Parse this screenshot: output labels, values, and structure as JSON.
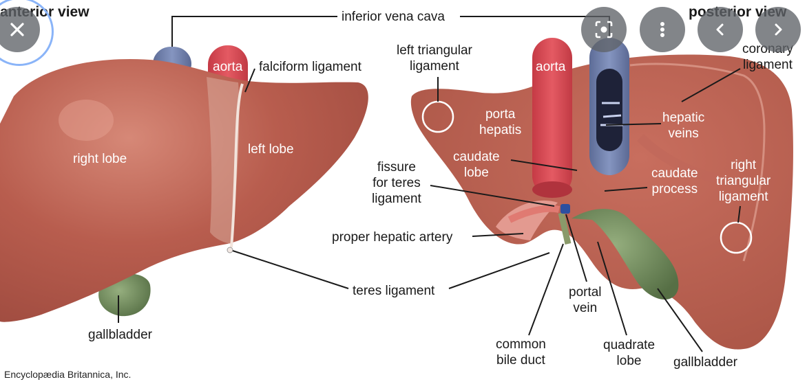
{
  "headings": {
    "anterior": "anterior view",
    "posterior": "posterior view"
  },
  "labels": {
    "inferior_vena_cava": "inferior vena cava",
    "aorta_anterior": "aorta",
    "aorta_posterior": "aorta",
    "falciform_ligament": "falciform ligament",
    "right_lobe": "right lobe",
    "left_lobe": "left lobe",
    "gallbladder_anterior": "gallbladder",
    "teres_ligament": "teres ligament",
    "left_triangular_ligament": [
      "left triangular",
      "ligament"
    ],
    "porta_hepatis": [
      "porta",
      "hepatis"
    ],
    "caudate_lobe": [
      "caudate",
      "lobe"
    ],
    "fissure_for_teres_ligament": [
      "fissure",
      "for teres",
      "ligament"
    ],
    "proper_hepatic_artery": "proper hepatic artery",
    "coronary_ligament": [
      "coronary",
      "ligament"
    ],
    "hepatic_veins": [
      "hepatic",
      "veins"
    ],
    "caudate_process": [
      "caudate",
      "process"
    ],
    "right_triangular_ligament": [
      "right",
      "triangular",
      "ligament"
    ],
    "portal_vein": [
      "portal",
      "vein"
    ],
    "common_bile_duct": [
      "common",
      "bile duct"
    ],
    "quadrate_lobe": [
      "quadrate",
      "lobe"
    ],
    "gallbladder_posterior": "gallbladder"
  },
  "credit": "Encyclopædia Britannica, Inc.",
  "overlay_icons": {
    "close": "close-icon",
    "lens": "lens-icon",
    "more": "more-vertical-icon",
    "prev": "chevron-left-icon",
    "next": "chevron-right-icon"
  },
  "colors": {
    "liver": "#b4584a",
    "liver_light": "#c87262",
    "aorta": "#d9454f",
    "vena_cava": "#6f7fab",
    "gallbladder": "#6e8a5a",
    "artery": "#e07a72",
    "overlay": "#5f6368",
    "focus_ring": "#8ab4f8"
  }
}
